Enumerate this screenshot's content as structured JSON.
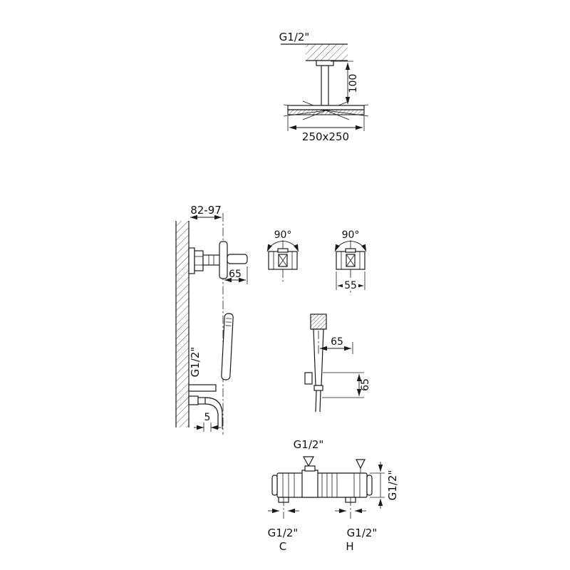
{
  "drawing": {
    "ceiling_shower": {
      "inlet_thread": "G1/2\"",
      "drop_length": "100",
      "head_size": "250x250"
    },
    "wall_mixer": {
      "wall_depth": "82-97",
      "handle_length": "65",
      "outlet_thread": "G1/2\"",
      "wall_gap": "5"
    },
    "handle_rotation": {
      "left_angle": "90°",
      "right_angle": "90°",
      "body_width": "55"
    },
    "hand_shower": {
      "horizontal_offset": "65",
      "vertical_offset": "65"
    },
    "bath_mixer": {
      "top_outlet_thread": "G1/2\"",
      "side_thread": "G1/2\"",
      "cold_inlet_thread": "G1/2\"",
      "cold_label": "C",
      "hot_inlet_thread": "G1/2\"",
      "hot_label": "H"
    }
  }
}
